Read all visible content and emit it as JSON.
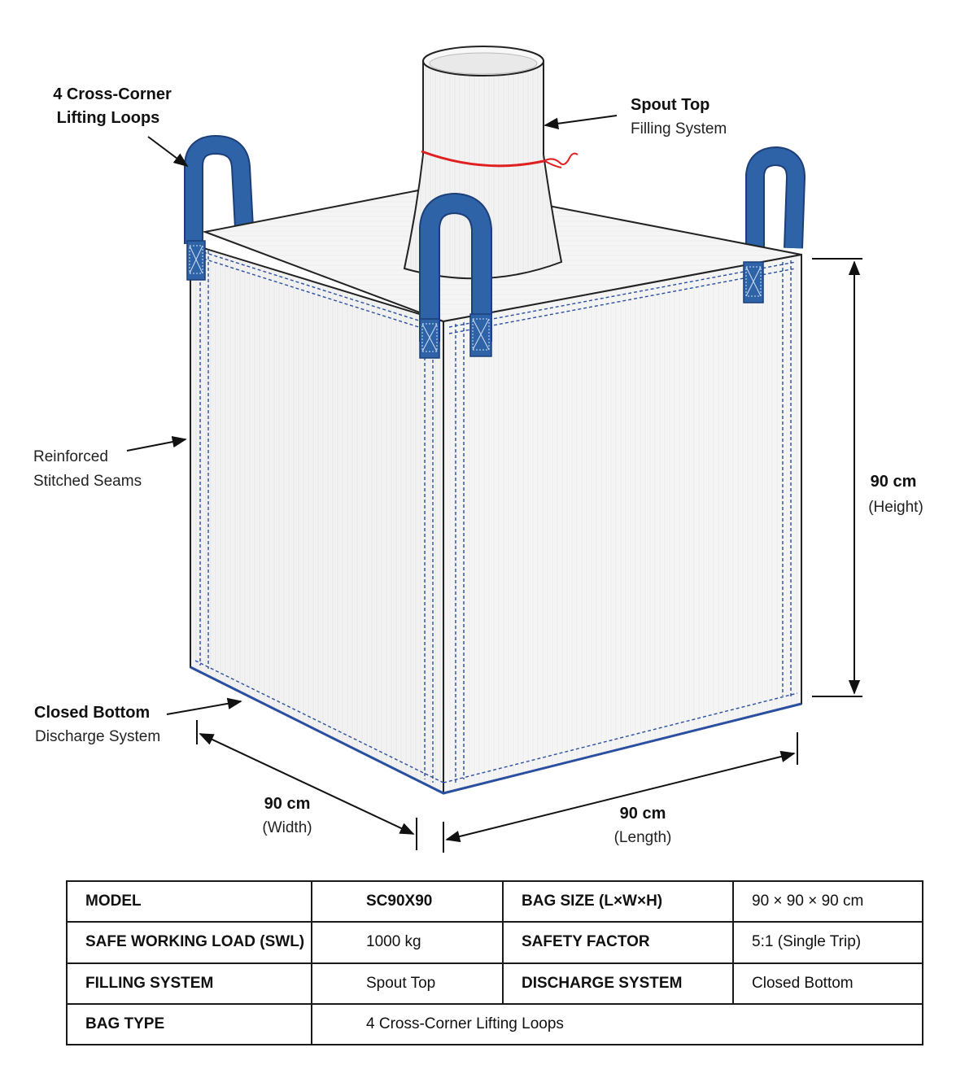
{
  "callouts": {
    "loops_line1": "4 Cross-Corner",
    "loops_line2": "Lifting Loops",
    "spout_title": "Spout Top",
    "spout_sub": "Filling System",
    "seams_line1": "Reinforced",
    "seams_line2": "Stitched Seams",
    "bottom_title": "Closed Bottom",
    "bottom_sub": "Discharge System"
  },
  "dimensions": {
    "height_value": "90 cm",
    "height_label": "(Height)",
    "width_value": "90 cm",
    "width_label": "(Width)",
    "length_value": "90 cm",
    "length_label": "(Length)"
  },
  "colors": {
    "loop_blue": "#2f63a8",
    "seam_blue": "#2a4fa0",
    "tie_red": "#e02020"
  },
  "specs": {
    "row1": {
      "k1": "MODEL",
      "v1": "SC90X90",
      "k2": "BAG SIZE (L×W×H)",
      "v2": "90 × 90 × 90 cm"
    },
    "row2": {
      "k1": "SAFE WORKING LOAD (SWL)",
      "v1": "1000 kg",
      "k2": "SAFETY FACTOR",
      "v2": "5:1 (Single Trip)"
    },
    "row3": {
      "k1": "FILLING SYSTEM",
      "v1": "Spout Top",
      "k2": "DISCHARGE SYSTEM",
      "v2": "Closed Bottom"
    },
    "row4": {
      "k1": "BAG TYPE",
      "v1": "4 Cross-Corner Lifting Loops"
    }
  }
}
